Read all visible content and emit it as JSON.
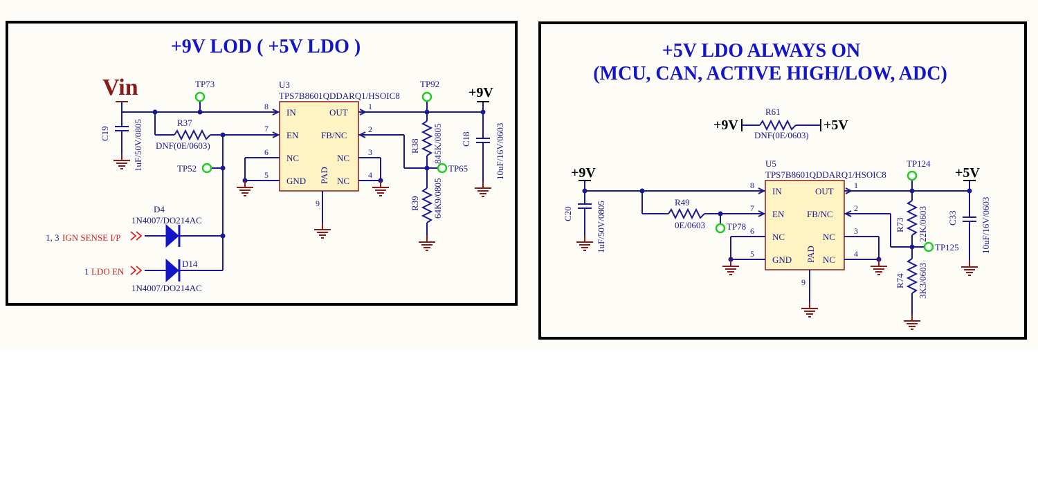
{
  "left": {
    "title": "+9V LOD ( +5V LDO )",
    "vin": "Vin",
    "rail_out": "+9V",
    "chip_ref": "U3",
    "chip_part": "TPS7B8601QDDARQ1/HSOIC8",
    "pins_left": [
      "IN",
      "EN",
      "NC",
      "GND"
    ],
    "pins_right": [
      "OUT",
      "FB/NC",
      "NC",
      "NC"
    ],
    "pad_label": "PAD",
    "pin_nums": {
      "in": "8",
      "en": "7",
      "nc6": "6",
      "gnd": "5",
      "out": "1",
      "fb": "2",
      "nc3": "3",
      "nc4": "4",
      "pad": "9"
    },
    "c19": {
      "ref": "C19",
      "val": "1uF/50V/0805"
    },
    "r37": {
      "ref": "R37",
      "val": "DNF(0E/0603)"
    },
    "r38": {
      "ref": "R38",
      "val": "845K/0805"
    },
    "r39": {
      "ref": "R39",
      "val": "64K9/0805"
    },
    "c18": {
      "ref": "C18",
      "val": "10uF/16V/0603"
    },
    "tp73": "TP73",
    "tp92": "TP92",
    "tp52": "TP52",
    "tp65": "TP65",
    "d4": {
      "ref": "D4",
      "val": "1N4007/DO214AC"
    },
    "d14": {
      "ref": "D14",
      "val": "1N4007/DO214AC"
    },
    "port1": {
      "num": "1, 3",
      "name": "IGN SENSE I/P"
    },
    "port2": {
      "num": "1",
      "name": "LDO EN"
    }
  },
  "right": {
    "title_line1": "+5V LDO ALWAYS ON",
    "title_line2": "(MCU, CAN, ACTIVE HIGH/LOW, ADC)",
    "r61": {
      "ref": "R61",
      "val": "DNF(0E/0603)"
    },
    "r61_in": "+9V",
    "r61_out": "+5V",
    "rail_in": "+9V",
    "rail_out": "+5V",
    "chip_ref": "U5",
    "chip_part": "TPS7B8601QDDARQ1/HSOIC8",
    "pins_left": [
      "IN",
      "EN",
      "NC",
      "GND"
    ],
    "pins_right": [
      "OUT",
      "FB/NC",
      "NC",
      "NC"
    ],
    "pad_label": "PAD",
    "pin_nums": {
      "in": "8",
      "en": "7",
      "nc6": "6",
      "gnd": "5",
      "out": "1",
      "fb": "2",
      "nc3": "3",
      "nc4": "4",
      "pad": "9"
    },
    "c20": {
      "ref": "C20",
      "val": "1uF/50V/0805"
    },
    "r49": {
      "ref": "R49",
      "val": "0E/0603"
    },
    "r73": {
      "ref": "R73",
      "val": "22K/0603"
    },
    "r74": {
      "ref": "R74",
      "val": "3K3/0603"
    },
    "c33": {
      "ref": "C33",
      "val": "10uF/16V/0603"
    },
    "tp78": "TP78",
    "tp124": "TP124",
    "tp125": "TP125"
  },
  "colors": {
    "wire": "#1a1a8c",
    "ground": "#8a1a1a",
    "title": "#1515c8",
    "port": "#d81b1b",
    "test_point": "#22cc22",
    "chip_fill": "#fff3c4"
  }
}
